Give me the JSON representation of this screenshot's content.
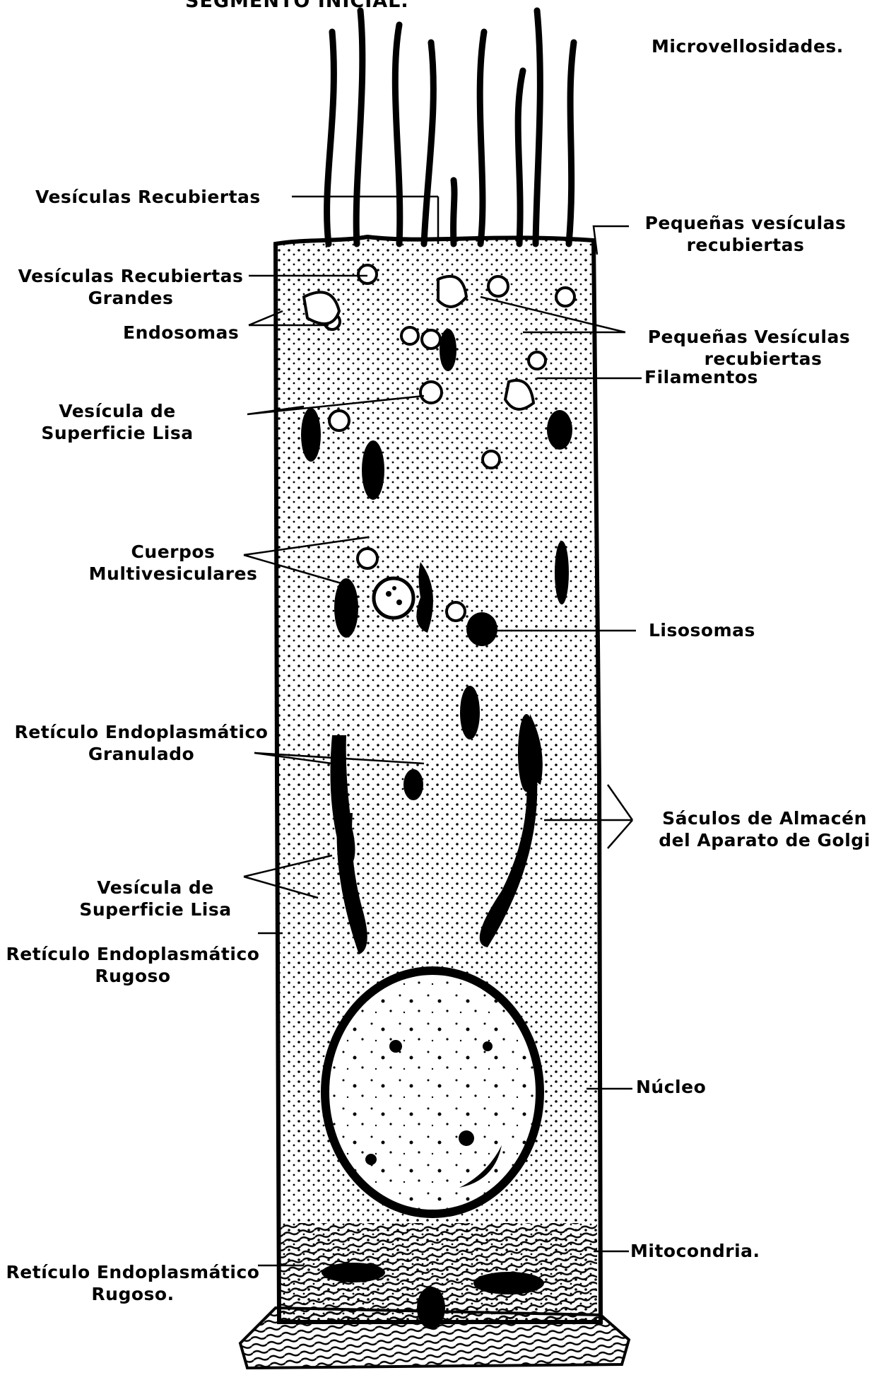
{
  "title": "SEGMENTO INICIAL.",
  "labels": {
    "microvellosidades": "Microvellosidades.",
    "vesiculas_recubiertas": "Vesículas Recubiertas",
    "vesiculas_recubiertas_grandes": [
      "Vesículas Recubiertas",
      "Grandes"
    ],
    "endosomas": "Endosomas",
    "vesicula_superficie_lisa_1": [
      "Vesícula de",
      "Superficie Lisa"
    ],
    "cuerpos_multivesiculares": [
      "Cuerpos",
      "Multivesiculares"
    ],
    "reticulo_granulado": [
      "Retículo Endoplasmático",
      "Granulado"
    ],
    "vesicula_superficie_lisa_2": [
      "Vesícula de",
      "Superficie Lisa"
    ],
    "reticulo_rugoso_1": [
      "Retículo Endoplasmático",
      "Rugoso"
    ],
    "reticulo_rugoso_2": [
      "Retículo Endoplasmático",
      "Rugoso."
    ],
    "pequenas_vesiculas_recubiertas_1": [
      "Pequeñas vesículas",
      "recubiertas"
    ],
    "pequenas_vesiculas_recubiertas_2": [
      "Pequeñas Vesículas",
      "recubiertas"
    ],
    "filamentos": "Filamentos",
    "lisosomas": "Lisosomas",
    "saculos_golgi": [
      "Sáculos de Almacén",
      "del Aparato de Golgi"
    ],
    "nucleo": "Núcleo",
    "mitocondria": "Mitocondria."
  },
  "colors": {
    "ink": "#000000",
    "paper": "#ffffff"
  }
}
